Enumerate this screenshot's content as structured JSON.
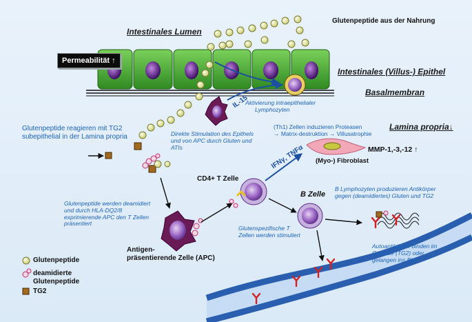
{
  "title": "Glutenpeptide aus der Nahrung",
  "lumen": "Intestinales Lumen",
  "permeability": "Permeabilität ↑",
  "epithel": "Intestinales (Villus-) Epithel",
  "basalmembran": "Basalmembran",
  "il15": "IL-15",
  "iel": [
    "Aktivierung intraepithelialer",
    "Lymphozyten"
  ],
  "th1": [
    "(Th1) Zellen induzieren Proteasen",
    "→ Matrix-destruktion → Villusatrophie"
  ],
  "lamina": "Lamina propria↓",
  "mmp": "MMP-1,-3,-12 ↑",
  "fibroblast": "(Myo-) Fibroblast",
  "tg2_text": [
    "Glutenpeptide reagieren mit TG2",
    "subepithelial in der Lamina propria"
  ],
  "direct": [
    "Direkte Stimulation des Epithels",
    "und von APC  durch Gluten und",
    "ATIs"
  ],
  "cd4": "CD4+ T Zelle",
  "ifn": "IFNγ, TNFα",
  "bcell": "B Zelle",
  "bcell_text": [
    "B Lymphozyten produzieren Antikörper",
    "gegen   (deamidiertes) Gluten und TG2"
  ],
  "deamid": [
    "Glutenpeptide werden deamidiert",
    "und   durch HLA-DQ2/8",
    "exprimierende APC den  T Zellen",
    "präsentiert"
  ],
  "stim": [
    "Glutenspezifische T",
    "Zellen werden stimuliert"
  ],
  "apc": [
    "Antigen-",
    "präsentierende Zelle (APC)"
  ],
  "autoab": [
    "Autoantikörper binden im",
    "Gewebe (TG2) oder",
    "gelangen ins Blut"
  ],
  "legend": {
    "gluten": "Glutenpeptide",
    "deamid1": "deamidierte",
    "deamid2": "Glutenpeptide",
    "tg2": "TG2"
  },
  "colors": {
    "epithelium": "#3fa02e",
    "nucleus": "#5a1e8a",
    "peptide": "#e8ecb0",
    "tg2": "#8a5a1a",
    "vessel": "#2a5fb0",
    "antibody": "#d42020",
    "text_blue": "#1c63b8"
  }
}
